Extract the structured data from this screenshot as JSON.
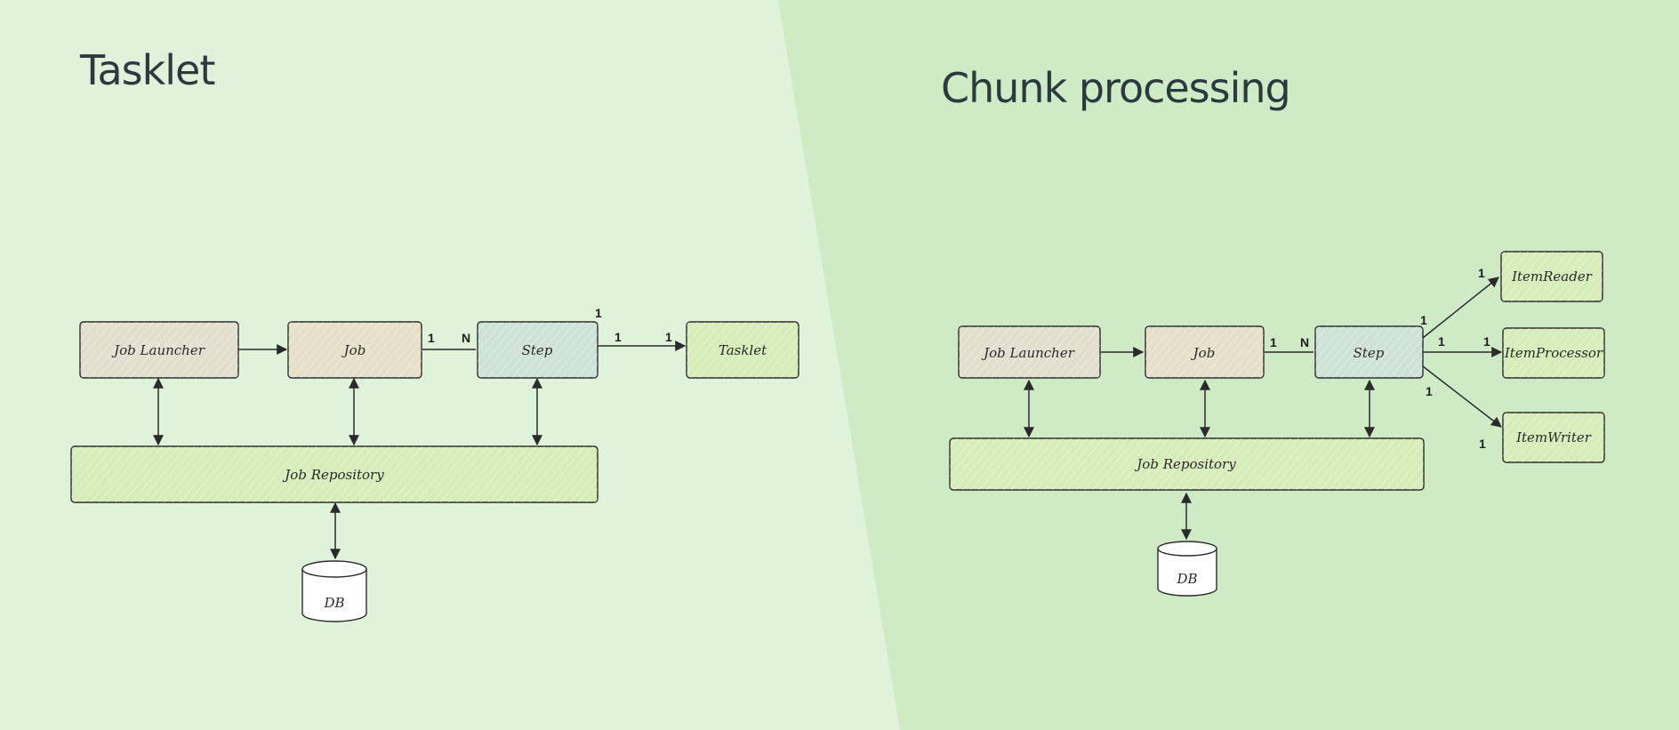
{
  "titles": {
    "left": "Tasklet",
    "right": "Chunk processing"
  },
  "colors": {
    "bg_left": "#dff2da",
    "bg_right": "#cfebc6",
    "box_launcher": "#e2dfcf",
    "box_job": "#e6dfc9",
    "box_step": "#cfe2d6",
    "box_green": "#d6ecb9",
    "stroke": "#2b2b2b"
  },
  "tasklet_diagram": {
    "job_launcher": "Job Launcher",
    "job": "Job",
    "step": "Step",
    "tasklet": "Tasklet",
    "job_repository": "Job Repository",
    "db": "DB",
    "job_step_card_job": "1",
    "job_step_card_step": "N",
    "step_top_card": "1",
    "step_tasklet_card_step": "1",
    "step_tasklet_card_tasklet": "1"
  },
  "chunk_diagram": {
    "job_launcher": "Job Launcher",
    "job": "Job",
    "step": "Step",
    "item_reader": "ItemReader",
    "item_processor": "ItemProcessor",
    "item_writer": "ItemWriter",
    "job_repository": "Job Repository",
    "db": "DB",
    "job_step_card_job": "1",
    "job_step_card_step": "N",
    "step_reader_card_step": "1",
    "step_reader_card_reader": "1",
    "step_processor_card_step": "1",
    "step_processor_card_processor": "1",
    "step_writer_card_step": "1",
    "step_writer_card_writer": "1"
  }
}
